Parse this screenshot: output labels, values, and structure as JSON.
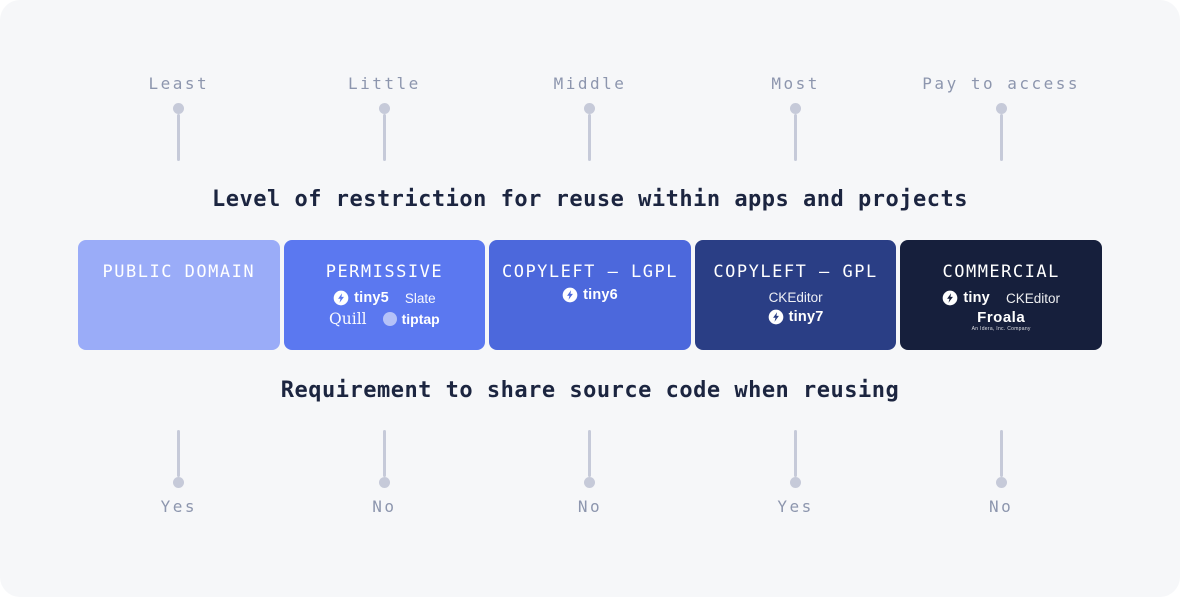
{
  "colors": {
    "bg": "#f6f7f9",
    "pin": "#c6cad9",
    "axis-label": "#8d96ae",
    "title": "#1c2540"
  },
  "top_axis": {
    "labels": [
      "Least",
      "Little",
      "Middle",
      "Most",
      "Pay to access"
    ],
    "title": "Level of restriction for reuse within apps and projects"
  },
  "bottom_axis": {
    "title": "Requirement to share source code when reusing",
    "labels": [
      "Yes",
      "No",
      "No",
      "Yes",
      "No"
    ]
  },
  "cards": [
    {
      "title": "PUBLIC DOMAIN",
      "bg": "#9aacf8"
    },
    {
      "title": "PERMISSIVE",
      "bg": "#5b78f0",
      "logos": {
        "tiny": "tiny5",
        "slate": "Slate",
        "quill": "Quill",
        "tiptap": "tiptap"
      }
    },
    {
      "title": "COPYLEFT – LGPL",
      "bg": "#4c68dc",
      "logos": {
        "tiny": "tiny6"
      }
    },
    {
      "title": "COPYLEFT – GPL",
      "bg": "#2a3e85",
      "logos": {
        "ckeditor": "CKEditor",
        "tiny": "tiny7"
      }
    },
    {
      "title": "COMMERCIAL",
      "bg": "#161f3c",
      "logos": {
        "tiny": "tiny",
        "ckeditor": "CKEditor",
        "froala": "Froala",
        "froala_caption": "An Idera, Inc. Company"
      }
    }
  ]
}
